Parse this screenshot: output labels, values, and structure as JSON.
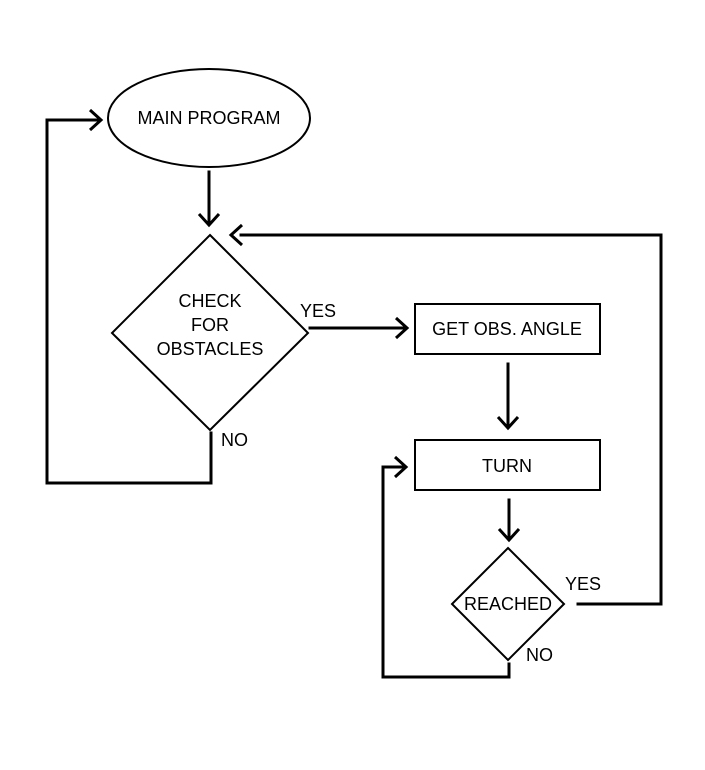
{
  "nodes": {
    "main_program": "MAIN PROGRAM",
    "check_obstacles": [
      "CHECK",
      "FOR",
      "OBSTACLES"
    ],
    "get_obs_angle": "GET OBS. ANGLE",
    "turn": "TURN",
    "reached": "REACHED"
  },
  "edge_labels": {
    "check_yes": "YES",
    "check_no": "NO",
    "reached_yes": "YES",
    "reached_no": "NO"
  }
}
